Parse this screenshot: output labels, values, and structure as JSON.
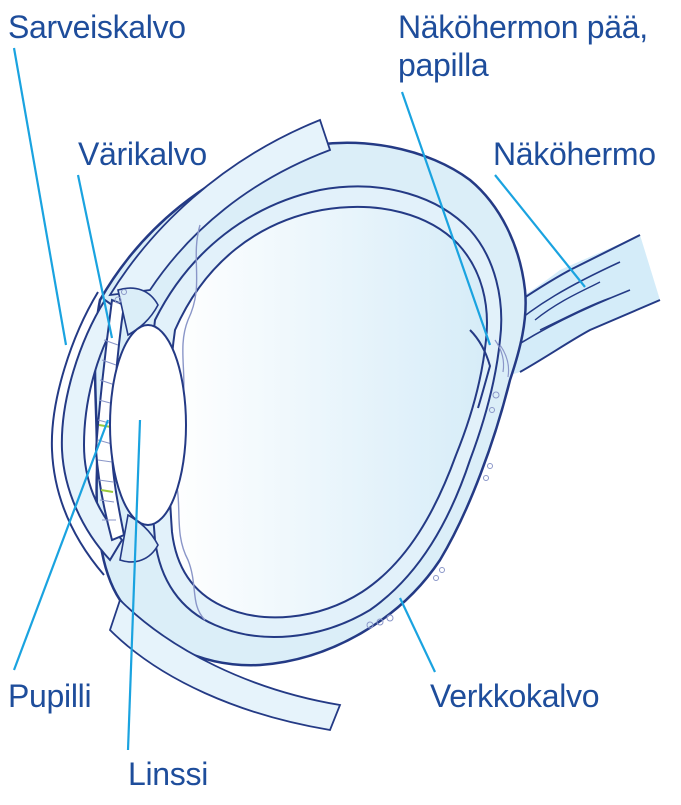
{
  "colors": {
    "label_text": "#1e4d9b",
    "leader_line": "#1aa3e0",
    "outline": "#243a85",
    "fill_light": "#dbeef8",
    "fill_lighter": "#eef7fc",
    "optic_nerve_fill": "#d4ecf9",
    "iris_detail": "#8a96c8",
    "iris_accent": "#9ac93a"
  },
  "labels": {
    "sarveiskalvo": "Sarveiskalvo",
    "varikalvo": "Värikalvo",
    "nakohermon_paa_line1": "Näköhermon pää,",
    "nakohermon_paa_line2": "papilla",
    "nakohermo": "Näköhermo",
    "pupilli": "Pupilli",
    "linssi": "Linssi",
    "verkkokalvo": "Verkkokalvo"
  }
}
